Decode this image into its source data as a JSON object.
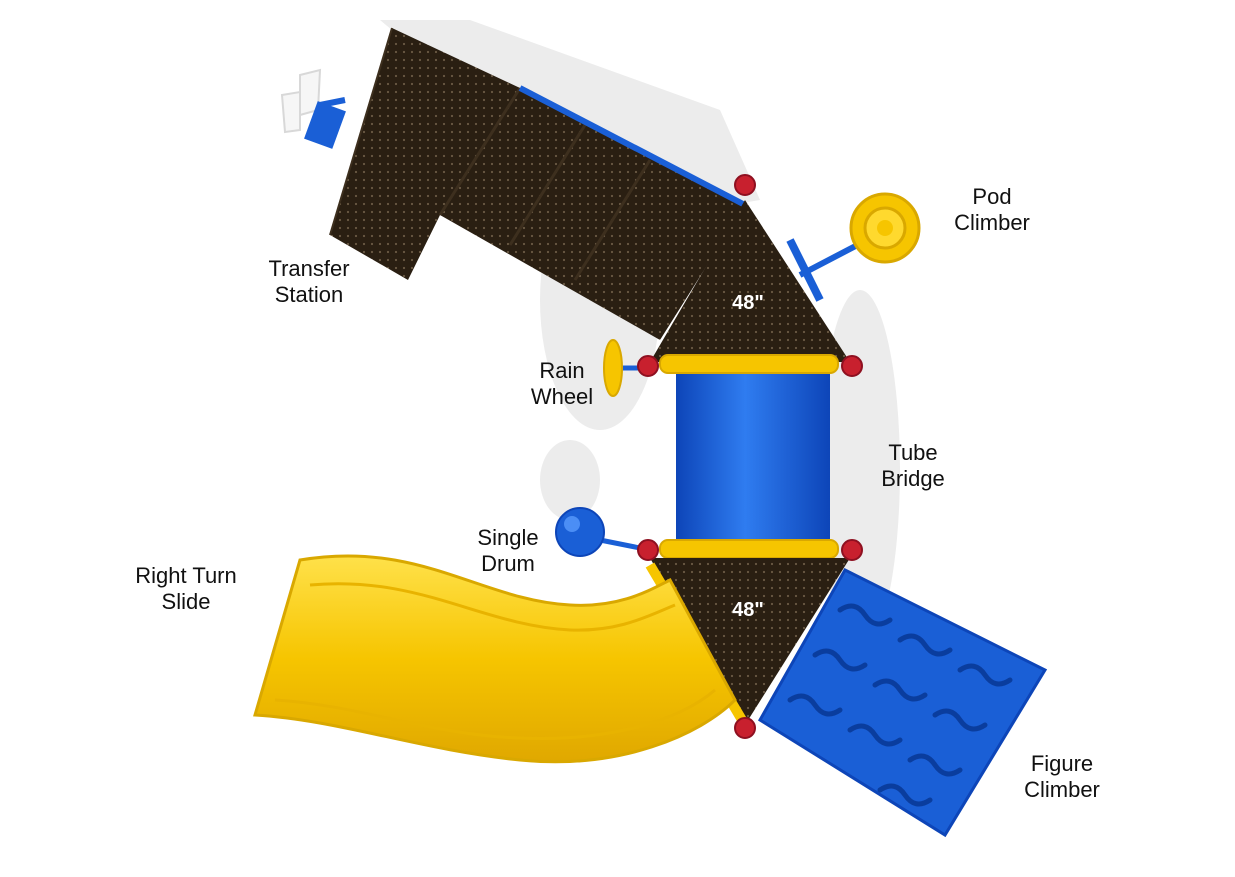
{
  "labels": {
    "transfer_station": [
      "Transfer",
      "Station"
    ],
    "pod_climber": [
      "Pod",
      "Climber"
    ],
    "rain_wheel": [
      "Rain",
      "Wheel"
    ],
    "tube_bridge": [
      "Tube",
      "Bridge"
    ],
    "single_drum": [
      "Single",
      "Drum"
    ],
    "right_turn_slide": [
      "Right Turn",
      "Slide"
    ],
    "figure_climber": [
      "Figure",
      "Climber"
    ]
  },
  "deck_heights": {
    "upper": "48\"",
    "lower": "48\""
  },
  "colors": {
    "deck": "#2a1f12",
    "blue": "#1a5fd6",
    "yellow": "#f6c500",
    "red_clamp": "#c8202e",
    "background": "#ffffff"
  }
}
